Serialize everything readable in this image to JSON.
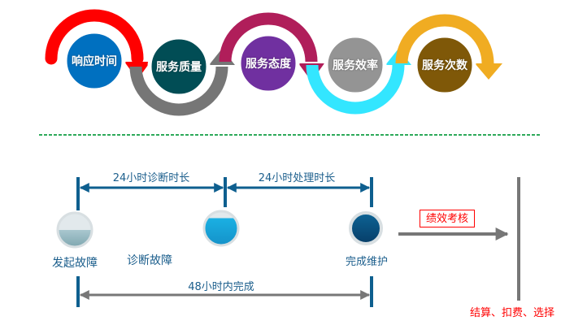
{
  "flow": {
    "steps": [
      {
        "label": "响应时间",
        "color": "#0070c0",
        "arc_color": "#ff0000"
      },
      {
        "label": "服务质量",
        "color": "#014d55",
        "arc_color": "#767676"
      },
      {
        "label": "服务态度",
        "color": "#7030a0",
        "arc_color": "#b01e5a"
      },
      {
        "label": "服务效率",
        "color": "#949494",
        "arc_color": "#33e6ff"
      },
      {
        "label": "服务次数",
        "color": "#7f5808",
        "arc_color": "#f0ac22"
      }
    ],
    "divider_color": "#2eaa5a"
  },
  "timeline": {
    "span1": "24小时诊断时长",
    "span2": "24小时处理时长",
    "total": "48小时内完成",
    "stages": [
      "发起故障",
      "诊断故障",
      "完成维护"
    ],
    "assessment": "绩效考核",
    "outcome": "结算、扣费、选择"
  }
}
